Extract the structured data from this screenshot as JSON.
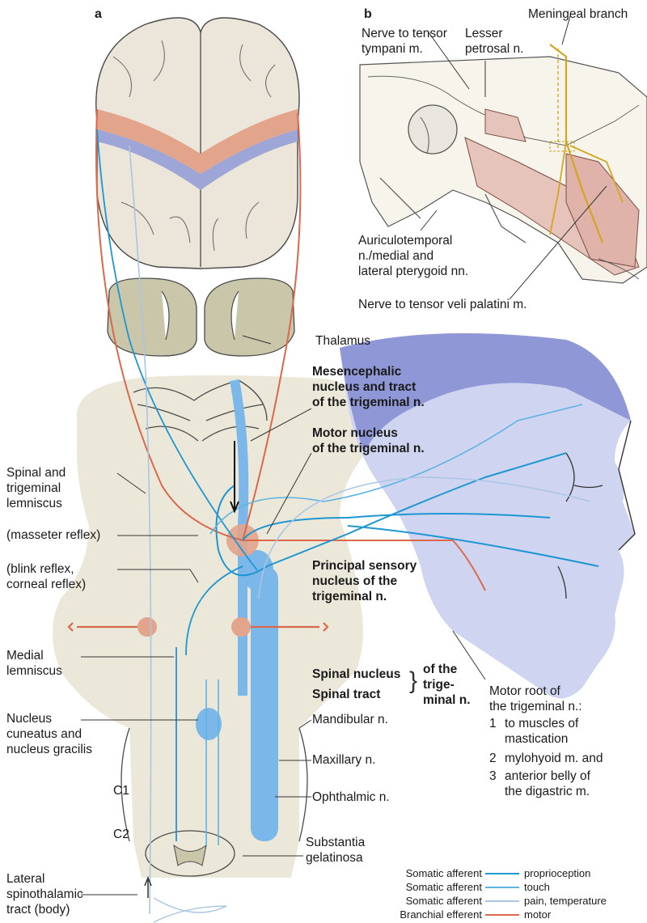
{
  "panels": {
    "a": "a",
    "b": "b"
  },
  "panel_b_labels": {
    "meningeal_branch": "Meningeal branch",
    "nerve_tensor_tympani": [
      "Nerve to tensor",
      "tympani m."
    ],
    "lesser_petrosal": [
      "Lesser",
      "petrosal n."
    ],
    "auriculotemporal": [
      "Auriculotemporal",
      "n./medial and",
      "lateral pterygoid nn."
    ],
    "nerve_tensor_veli": "Nerve to tensor veli palatini m."
  },
  "right_labels": {
    "thalamus": "Thalamus",
    "mesencephalic": [
      "Mesencephalic",
      "nucleus and tract",
      "of the trigeminal n."
    ],
    "motor_nucleus": [
      "Motor nucleus",
      "of the trigeminal n."
    ],
    "principal_sensory": [
      "Principal sensory",
      "nucleus of the",
      "trigeminal n."
    ],
    "spinal_nucleus": "Spinal nucleus",
    "spinal_tract": "Spinal tract",
    "of_the_trigeminal": [
      "of the",
      "trige-",
      "minal n."
    ],
    "mandibular": "Mandibular n.",
    "maxillary": "Maxillary n.",
    "ophthalmic": "Ophthalmic n.",
    "substantia": [
      "Substantia",
      "gelatinosa"
    ],
    "motor_root": [
      "Motor root of",
      "the trigeminal n.:"
    ],
    "motor_root_items": [
      {
        "num": "1",
        "text": [
          "to muscles of",
          "mastication"
        ]
      },
      {
        "num": "2",
        "text": [
          "mylohyoid m. and"
        ]
      },
      {
        "num": "3",
        "text": [
          "anterior belly of",
          "the digastric m."
        ]
      }
    ]
  },
  "left_labels": {
    "spinal_lemniscus": [
      "Spinal and",
      "trigeminal",
      "lemniscus"
    ],
    "masseter_reflex": "(masseter reflex)",
    "blink_reflex": [
      "(blink reflex,",
      "corneal reflex)"
    ],
    "medial_lemniscus": [
      "Medial",
      "lemniscus"
    ],
    "nucleus_cuneatus": [
      "Nucleus",
      "cuneatus and",
      "nucleus gracilis"
    ],
    "c1": "C1",
    "c2": "C2",
    "lateral_spinothalamic": [
      "Lateral",
      "spinothalamic",
      "tract (body)"
    ]
  },
  "legend": [
    {
      "kind": "Somatic afferent",
      "modality": "proprioception",
      "color": "#1e96d2"
    },
    {
      "kind": "Somatic afferent",
      "modality": "touch",
      "color": "#5db4e2"
    },
    {
      "kind": "Somatic afferent",
      "modality": "pain, temperature",
      "color": "#a9c6e4"
    },
    {
      "kind": "Branchial efferent",
      "modality": "motor",
      "color": "#d9694a"
    }
  ],
  "colors": {
    "brain": "#ebe6d9",
    "brain_outline": "#4a4a4a",
    "motor_cortex": "#e3a48c",
    "sensory_cortex": "#9ea6d8",
    "thalamus": "#c9c6aa",
    "brainstem": "#ece8d9",
    "nucleus": "#7bb7e8",
    "face": "#8f97d6",
    "face_light": "#cfd4f0"
  }
}
